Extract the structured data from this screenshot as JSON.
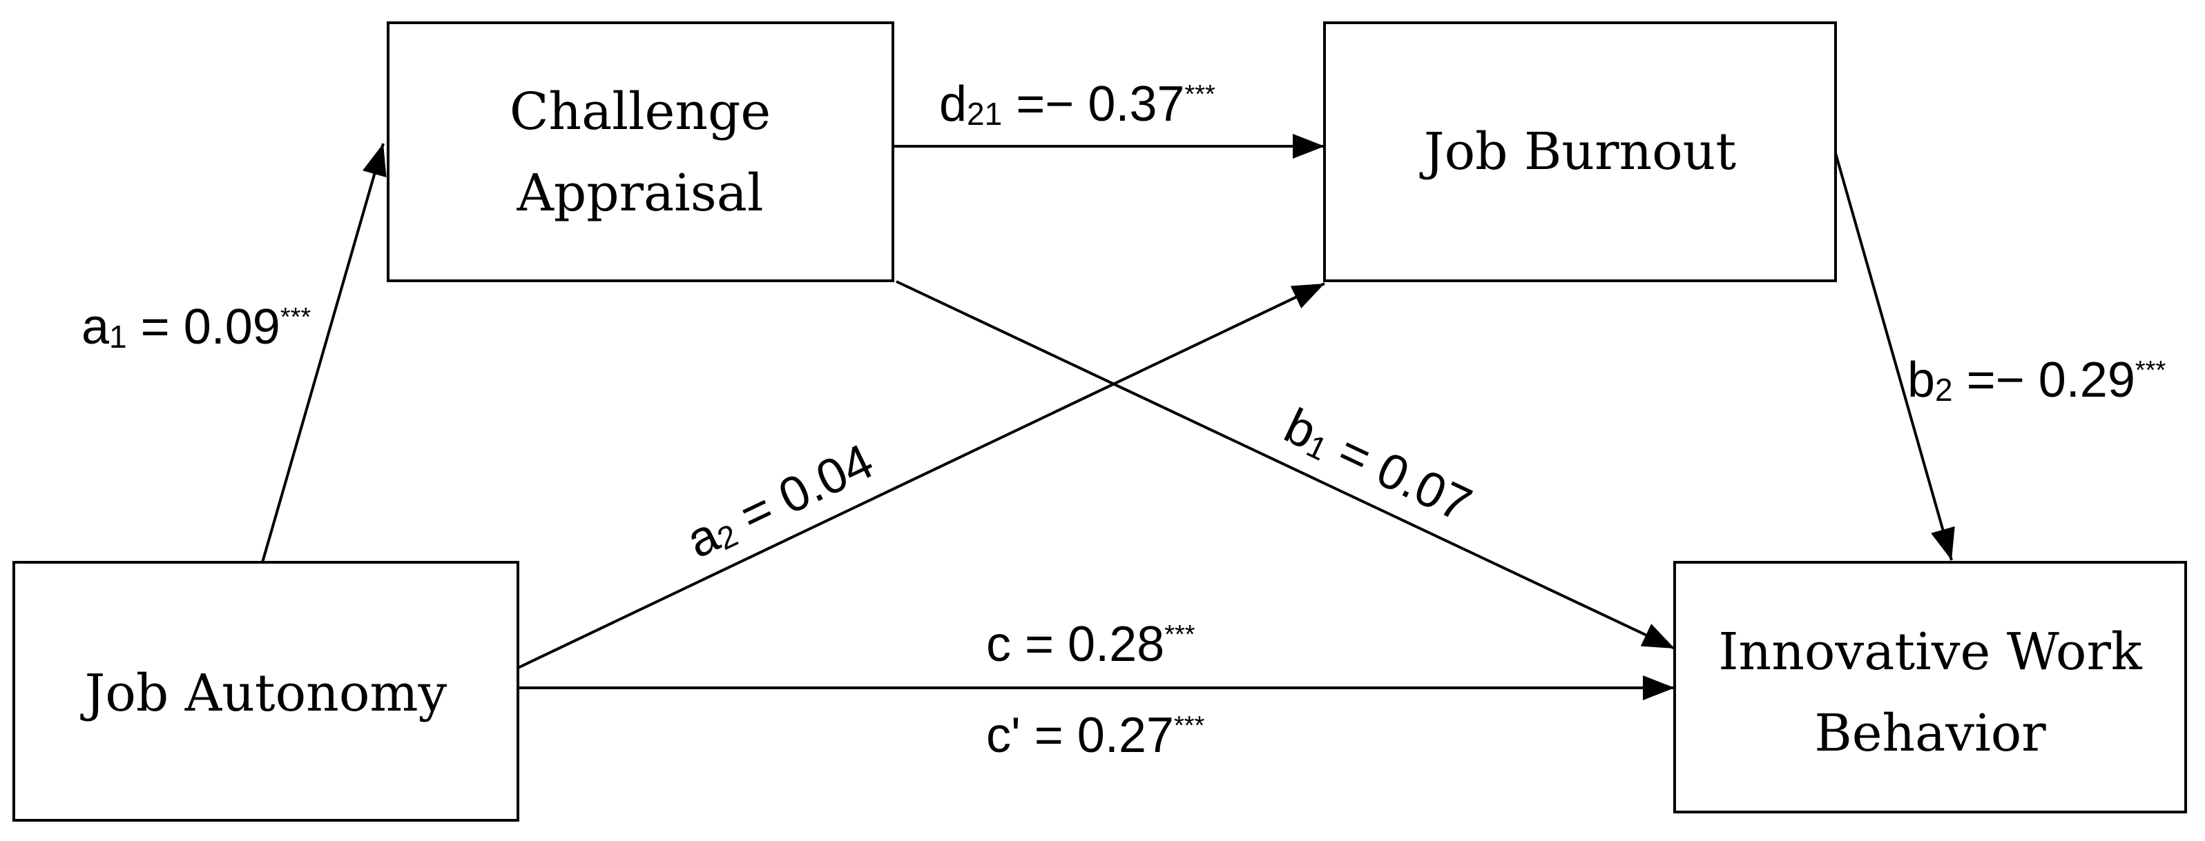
{
  "nodes": {
    "challenge": {
      "line1": "Challenge",
      "line2": "Appraisal"
    },
    "burnout": {
      "label": "Job Burnout"
    },
    "autonomy": {
      "label": "Job Autonomy"
    },
    "iwb": {
      "line1": "Innovative Work",
      "line2": "Behavior"
    }
  },
  "paths": {
    "a1": {
      "sym": "a",
      "sub": "1",
      "eq": " = 0.09",
      "sig": "***"
    },
    "d21": {
      "sym": "d",
      "sub": "21",
      "eq": " =− 0.37",
      "sig": "***"
    },
    "b2": {
      "sym": "b",
      "sub": "2",
      "eq": " =− 0.29",
      "sig": "***"
    },
    "a2": {
      "sym": "a",
      "sub": "2",
      "eq": " = 0.04"
    },
    "b1": {
      "sym": "b",
      "sub": "1",
      "eq": " = 0.07"
    },
    "c": {
      "eq": "c = 0.28",
      "sig": "***"
    },
    "cprime": {
      "eq": "c' = 0.27",
      "sig": "***"
    }
  },
  "colors": {
    "stroke": "#000000",
    "background": "#ffffff"
  }
}
